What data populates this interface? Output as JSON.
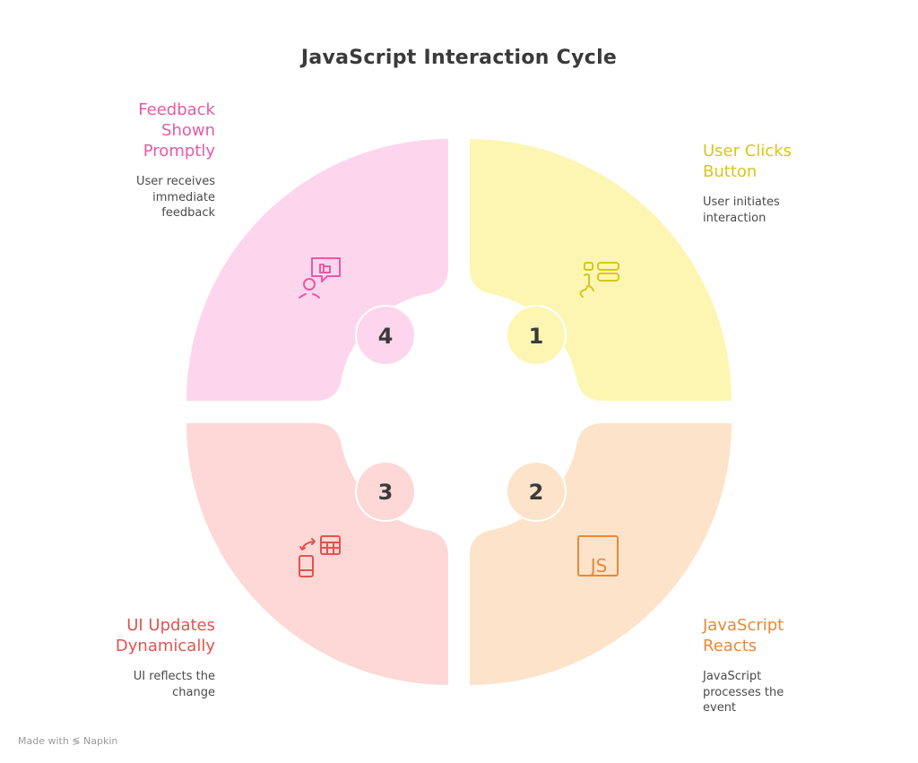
{
  "title": "JavaScript Interaction Cycle",
  "steps": [
    {
      "number": "1",
      "title_lines": [
        "User Clicks",
        "Button"
      ],
      "desc_lines": [
        "User initiates",
        "interaction"
      ],
      "icon": "hand-tap-list-icon",
      "fill": "#fdf6b3",
      "accent": "#d9c51c"
    },
    {
      "number": "2",
      "title_lines": [
        "JavaScript",
        "Reacts"
      ],
      "desc_lines": [
        "JavaScript",
        "processes the",
        "event"
      ],
      "icon": "js-icon",
      "fill": "#fde3c9",
      "accent": "#e8883a"
    },
    {
      "number": "3",
      "title_lines": [
        "UI Updates",
        "Dynamically"
      ],
      "desc_lines": [
        "UI reflects the",
        "change"
      ],
      "icon": "device-sync-icon",
      "fill": "#fdd8d6",
      "accent": "#e2534f"
    },
    {
      "number": "4",
      "title_lines": [
        "Feedback",
        "Shown",
        "Promptly"
      ],
      "desc_lines": [
        "User receives",
        "immediate",
        "feedback"
      ],
      "icon": "user-feedback-icon",
      "fill": "#fdd6ee",
      "accent": "#e75aa5"
    }
  ],
  "footer": {
    "made_with": "Made with",
    "brand": "Napkin"
  }
}
